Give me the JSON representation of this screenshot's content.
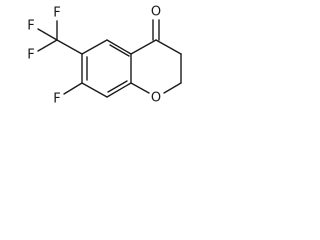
{
  "molecule": {
    "atoms": {
      "oxygen_carbonyl": "O",
      "oxygen_ring": "O",
      "fluorine_aryl": "F",
      "cf3_f1": "F",
      "cf3_f2": "F",
      "cf3_f3": "F"
    }
  }
}
